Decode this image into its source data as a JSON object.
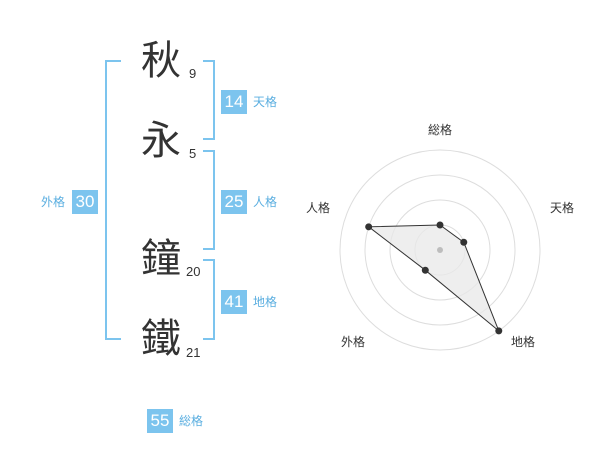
{
  "name_chars": [
    {
      "char": "秋",
      "strokes": "9"
    },
    {
      "char": "永",
      "strokes": "5"
    },
    {
      "char": "鐘",
      "strokes": "20"
    },
    {
      "char": "鐵",
      "strokes": "21"
    }
  ],
  "kaku": {
    "tenkaku": {
      "value": "14",
      "label": "天格"
    },
    "jinkaku": {
      "value": "25",
      "label": "人格"
    },
    "chikaku": {
      "value": "41",
      "label": "地格"
    },
    "gaikaku": {
      "value": "30",
      "label": "外格"
    },
    "soukaku": {
      "value": "55",
      "label": "総格"
    }
  },
  "accent_color": "#7cc4ee",
  "chart_data": {
    "type": "radar",
    "axes": [
      "総格",
      "天格",
      "地格",
      "外格",
      "人格"
    ],
    "rings": 4,
    "max": 4,
    "values": [
      1,
      1,
      4,
      1,
      3
    ],
    "fill_color": "#e8e8e8",
    "line_color": "#333333",
    "grid_color": "#dddddd"
  }
}
